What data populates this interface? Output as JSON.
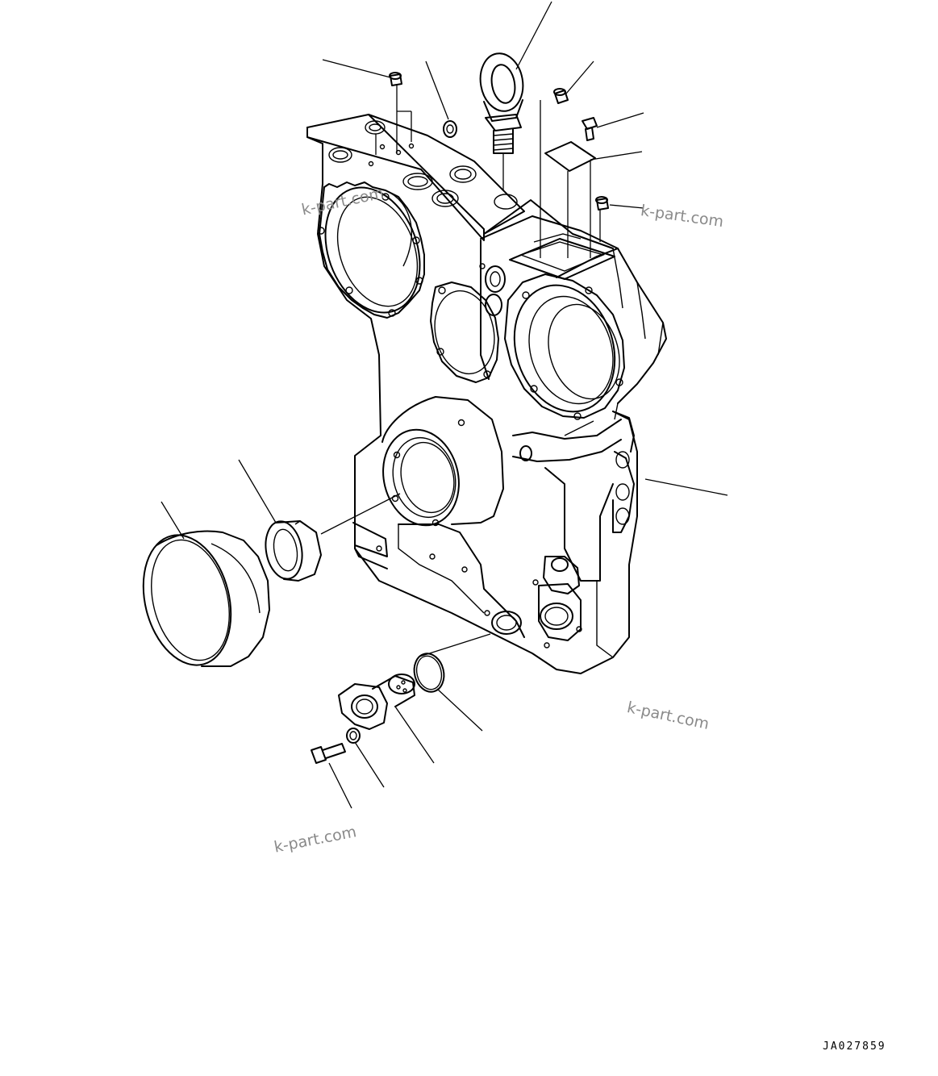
{
  "watermarks": [
    "k-part.com",
    "k-part.com",
    "k-part.com",
    "k-part.com"
  ],
  "drawing_code": "JA027859"
}
